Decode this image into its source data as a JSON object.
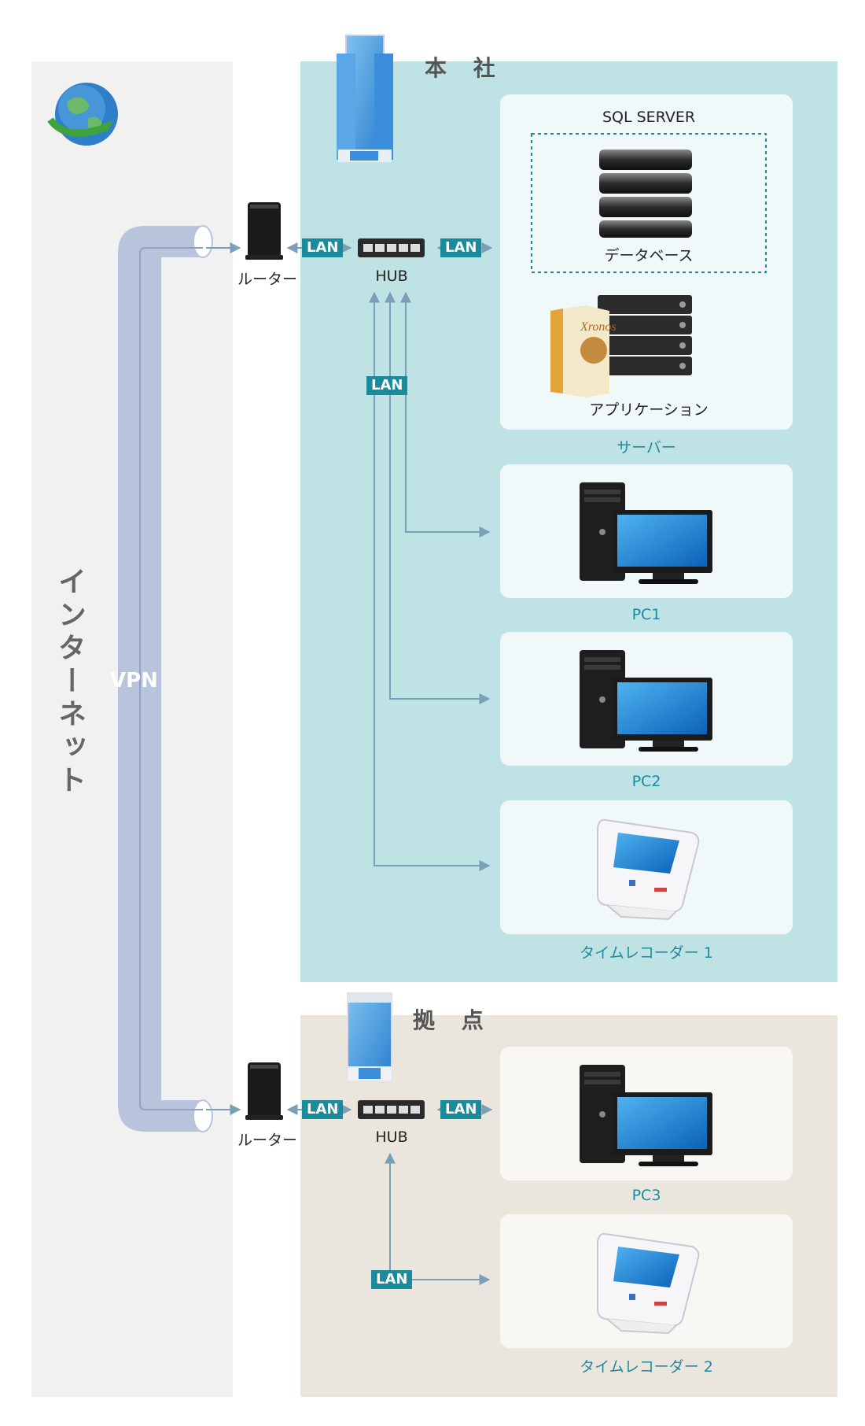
{
  "internet": {
    "label": "インターネット",
    "vpn": "VPN"
  },
  "hq": {
    "title": "本 社",
    "router": "ルーター",
    "hub": "HUB",
    "sql_server": "SQL SERVER",
    "database": "データベース",
    "application": "アプリケーション",
    "server_caption": "サーバー",
    "pc1": "PC1",
    "pc2": "PC2",
    "recorder": "タイムレコーダー 1",
    "product_name": "Xronos"
  },
  "branch": {
    "title": "拠 点",
    "router": "ルーター",
    "hub": "HUB",
    "pc3": "PC3",
    "recorder": "タイムレコーダー 2"
  },
  "lan_label": "LAN",
  "colors": {
    "hq_bg": "#bfe2e5",
    "branch_bg": "#ebe6dd",
    "accent": "#1a8b9c",
    "vpn_pipe": "#b8c3dc"
  }
}
